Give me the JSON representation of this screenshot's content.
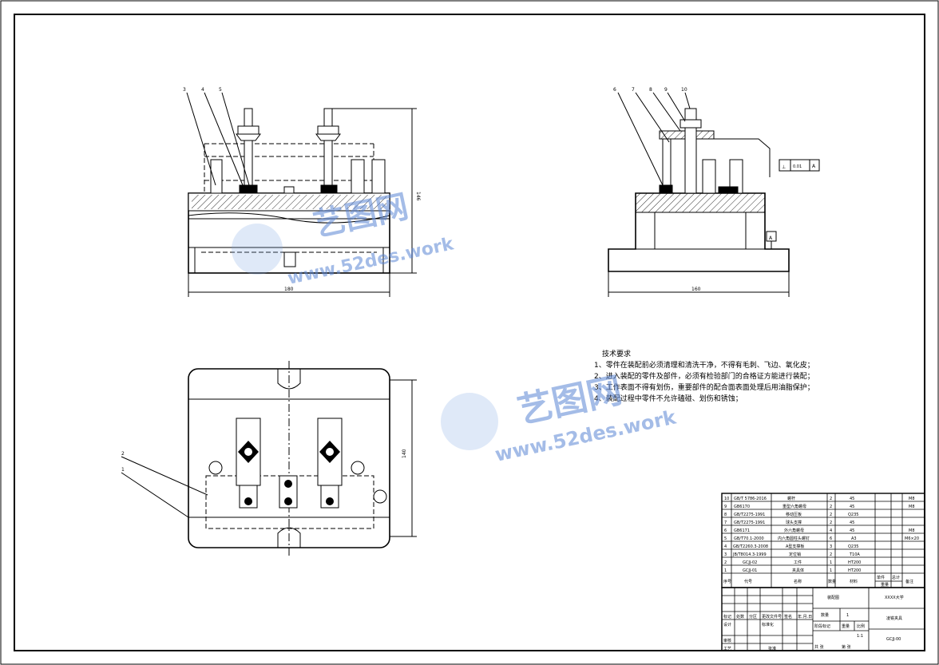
{
  "dimensions": {
    "front_width": "180",
    "front_height": "146",
    "side_width": "160",
    "top_height": "140"
  },
  "balloons": {
    "front": [
      "3",
      "4",
      "5"
    ],
    "side": [
      "6",
      "7",
      "8",
      "9",
      "10"
    ],
    "top": [
      "2",
      "1"
    ]
  },
  "tolerance": {
    "symbol": "⊥",
    "value": "0.01",
    "datum": "A"
  },
  "datum_label": "A",
  "tech_requirements": {
    "title": "技术要求",
    "lines": [
      "1、零件在装配前必须清理和清洗干净，不得有毛刺、飞边、氧化皮；",
      "2、进入装配的零件及部件，必须有检验部门的合格证方能进行装配；",
      "3、工作表面不得有划伤，重要部件的配合面表面处理后用油脂保护；",
      "4、装配过程中零件不允许磕碰、划伤和锈蚀；"
    ]
  },
  "bom": {
    "rows": [
      {
        "no": "10",
        "code": "GB/T 5786-2016",
        "name": "螺杆",
        "qty": "2",
        "material": "45",
        "note": "M8"
      },
      {
        "no": "9",
        "code": "GB6170",
        "name": "重型六角螺母",
        "qty": "2",
        "material": "45",
        "note": "M8"
      },
      {
        "no": "8",
        "code": "GB/T2275-1991",
        "name": "移动压板",
        "qty": "2",
        "material": "Q235",
        "note": ""
      },
      {
        "no": "7",
        "code": "GB/T2275-1991",
        "name": "球头支撑",
        "qty": "2",
        "material": "45",
        "note": ""
      },
      {
        "no": "6",
        "code": "GB6171",
        "name": "外六角螺母",
        "qty": "4",
        "material": "45",
        "note": "M8"
      },
      {
        "no": "5",
        "code": "GB/T70.1-2000",
        "name": "内六角圆柱头螺钉",
        "qty": "6",
        "material": "A3",
        "note": "M6×20"
      },
      {
        "no": "4",
        "code": "GB/T2260.3-2008",
        "name": "A型支撑板",
        "qty": "3",
        "material": "Q235",
        "note": ""
      },
      {
        "no": "3",
        "code": "JB/T8014.3-1999",
        "name": "定位销",
        "qty": "2",
        "material": "T10A",
        "note": ""
      },
      {
        "no": "2",
        "code": "GCJJ-02",
        "name": "工件",
        "qty": "1",
        "material": "HT200",
        "note": ""
      },
      {
        "no": "1",
        "code": "GCJJ-01",
        "name": "夹具体",
        "qty": "1",
        "material": "HT200",
        "note": ""
      }
    ],
    "header": {
      "no": "序号",
      "code": "代号",
      "name": "名称",
      "qty": "数量",
      "material": "材料",
      "single": "单件",
      "total": "总计",
      "weight": "重量",
      "note": "备注"
    }
  },
  "title_block": {
    "drawing_type": "装配图",
    "school": "XXXX大学",
    "qty_label": "数量",
    "qty_value": "1",
    "part_name": "凌铣夹具",
    "stage_label": "阶段标记",
    "weight_label": "重量",
    "scale_label": "比例",
    "scale_value": "1:1",
    "drawing_no": "GCJJ-00",
    "sheets_total": "共 张",
    "sheet_no": "第 张",
    "labels": {
      "mark": "标记",
      "count": "处数",
      "zone": "分区",
      "change_doc": "更改文件号",
      "signature": "签名",
      "date": "年.月.日",
      "designer": "设计",
      "standardize": "标准化",
      "review": "审核",
      "process": "工艺",
      "approve": "批准"
    }
  },
  "watermark": {
    "brand": "艺图网",
    "site": "www.52des.work"
  }
}
